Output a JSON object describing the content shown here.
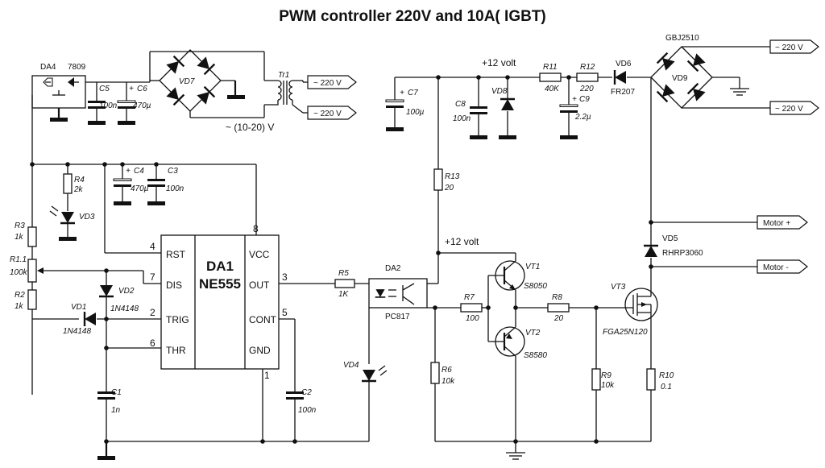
{
  "title": "PWM controller 220V and 10A( IGBT)",
  "ic": {
    "ref": "DA1",
    "part": "NE555",
    "pins_left": [
      "RST",
      "DIS",
      "TRIG",
      "THR"
    ],
    "pins_right": [
      "VCC",
      "OUT",
      "CONT",
      "GND"
    ],
    "pin_numbers": [
      "4",
      "7",
      "2",
      "6",
      "8",
      "3",
      "5",
      "1"
    ]
  },
  "regulator": {
    "ref": "DA4",
    "part": "7809"
  },
  "transformer": {
    "ref": "Tr1",
    "secondary": "~ (10-20) V"
  },
  "ports": {
    "ac_in_1": "~ 220 V",
    "ac_in_2": "~ 220 V",
    "ac_in_3": "~ 220 V",
    "ac_in_4": "~ 220 V",
    "motor_plus": "Motor +",
    "motor_minus": "Motor -"
  },
  "rails": {
    "v12_top": "+12 volt",
    "v12_mid": "+12 volt"
  },
  "components": {
    "C5": {
      "ref": "C5",
      "val": "100n"
    },
    "C6": {
      "ref": "C6",
      "val": "470µ"
    },
    "VD7": {
      "ref": "VD7"
    },
    "VD9": {
      "ref": "VD9",
      "part": "GBJ2510"
    },
    "C4": {
      "ref": "C4",
      "val": "470µ"
    },
    "C3": {
      "ref": "C3",
      "val": "100n"
    },
    "R4": {
      "ref": "R4",
      "val": "2k"
    },
    "VD3": {
      "ref": "VD3"
    },
    "R3": {
      "ref": "R3",
      "val": "1k"
    },
    "R11_pot": {
      "ref": "R1.1",
      "val": "100k"
    },
    "R2": {
      "ref": "R2",
      "val": "1k"
    },
    "VD2": {
      "ref": "VD2",
      "part": "1N4148"
    },
    "VD1": {
      "ref": "VD1",
      "part": "1N4148"
    },
    "C1": {
      "ref": "C1",
      "val": "1n"
    },
    "C2": {
      "ref": "C2",
      "val": "100n"
    },
    "R5": {
      "ref": "R5",
      "val": "1K"
    },
    "DA2": {
      "ref": "DA2",
      "part": "PC817"
    },
    "VD4": {
      "ref": "VD4"
    },
    "C7": {
      "ref": "C7",
      "val": "100µ"
    },
    "C8": {
      "ref": "C8",
      "val": "100n"
    },
    "VD8": {
      "ref": "VD8"
    },
    "R11": {
      "ref": "R11",
      "val": "40K"
    },
    "R12": {
      "ref": "R12",
      "val": "220"
    },
    "C9": {
      "ref": "C9",
      "val": "2.2µ"
    },
    "VD6": {
      "ref": "VD6",
      "part": "FR207"
    },
    "R13": {
      "ref": "R13",
      "val": "20"
    },
    "VT1": {
      "ref": "VT1",
      "part": "S8050"
    },
    "VT2": {
      "ref": "VT2",
      "part": "S8580"
    },
    "R7": {
      "ref": "R7",
      "val": "100"
    },
    "R8": {
      "ref": "R8",
      "val": "20"
    },
    "R6": {
      "ref": "R6",
      "val": "10k"
    },
    "R9": {
      "ref": "R9",
      "val": "10k"
    },
    "VT3": {
      "ref": "VT3",
      "part": "FGA25N120"
    },
    "VD5": {
      "ref": "VD5",
      "part": "RHRP3060"
    },
    "R10": {
      "ref": "R10",
      "val": "0.1"
    }
  },
  "plus_sign": "+"
}
